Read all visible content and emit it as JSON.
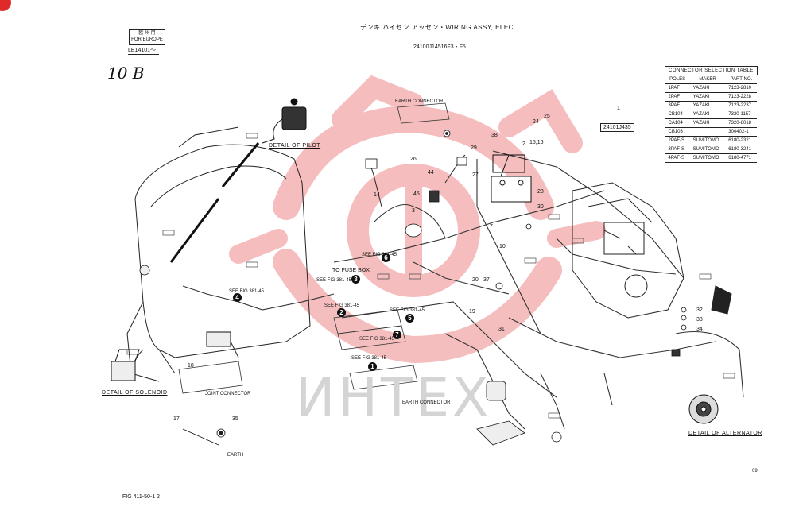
{
  "header": {
    "title": "デンキ ハイセン アッセン・WIRING ASSY, ELEC",
    "part_code": "24100J14516F3・F5",
    "region_box_line1": "欧 州 用",
    "region_box_line2": "FOR EUROPE",
    "serial": "LE14101～",
    "handwritten_note": "10 B"
  },
  "figure_number": "FIG 411-50-1 2",
  "page_number": "09",
  "watermark": {
    "text": "ИНТЕХ",
    "color": "#f2a8a8"
  },
  "accent_color": "#e02a2a",
  "detail_labels": {
    "pilot": "DETAIL OF PILOT",
    "solenoid": "DETAIL OF SOLENOID",
    "alternator": "DETAIL OF ALTERNATOR"
  },
  "callouts": {
    "to_fuse_box": "TO FUSE BOX",
    "see_fig_a": "SEE FIG 381-45",
    "see_fig_b": "SEE FIG 381-45",
    "see_fig_c": "SEE FIG 381-45",
    "see_fig_d": "SEE FIG 381-45",
    "see_fig_e": "SEE FIG 381-45",
    "see_fig_f": "SEE FIG 381-45",
    "see_fig_g": "SEE FIG 381-45",
    "earth_connector_top": "EARTH CONNECTOR",
    "earth_connector_bottom": "EARTH CONNECTOR",
    "earth": "EARTH",
    "joint_connector": "JOINT CONNECTOR",
    "assy_ref": "24101J435"
  },
  "badges": [
    "1",
    "2",
    "3",
    "4",
    "5",
    "6",
    "7"
  ],
  "part_numbers": [
    "1",
    "2",
    "3",
    "7",
    "10",
    "14",
    "15,16",
    "17",
    "18",
    "19",
    "20",
    "24",
    "25",
    "26",
    "27",
    "28",
    "29",
    "30",
    "31",
    "32",
    "33",
    "34",
    "35",
    "37",
    "38",
    "44",
    "45"
  ],
  "connector_table": {
    "title": "CONNECTOR SELECTION TABLE",
    "columns": [
      "POLES",
      "MAKER",
      "PART NO."
    ],
    "rows": [
      [
        "1PAF",
        "YAZAKI",
        "7123-2810"
      ],
      [
        "2PAF",
        "YAZAKI",
        "7123-2228"
      ],
      [
        "3PAF",
        "YAZAKI",
        "7123-2237"
      ],
      [
        "CB104",
        "YAZAKI",
        "7320-1157"
      ],
      [
        "CA104",
        "YAZAKI",
        "7320-8018"
      ],
      [
        "CB103",
        "",
        "300402-1"
      ],
      [
        "2PAF-S",
        "SUMITOMO",
        "6180-2321"
      ],
      [
        "3PAF-S",
        "SUMITOMO",
        "6180-3241"
      ],
      [
        "4PAF-S",
        "SUMITOMO",
        "6180-4771"
      ]
    ]
  }
}
